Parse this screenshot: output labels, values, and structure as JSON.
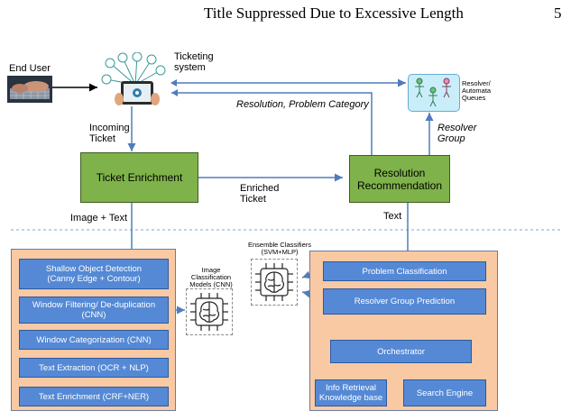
{
  "header": {
    "title": "Title Suppressed Due to Excessive Length",
    "page_number": "5"
  },
  "nodes": {
    "end_user": "End User",
    "ticketing_system": [
      "Ticketing",
      "system"
    ],
    "resolver_queues": [
      "Resolver/",
      "Automata",
      "Queues"
    ],
    "ticket_enrichment": "Ticket Enrichment",
    "resolution_recommendation": [
      "Resolution",
      "Recommendation"
    ]
  },
  "edge_labels": {
    "incoming_ticket": [
      "Incoming",
      "Ticket"
    ],
    "resolution_problem_category": "Resolution, Problem Category",
    "resolver_group": [
      "Resolver",
      "Group"
    ],
    "enriched_ticket": [
      "Enriched",
      "Ticket"
    ],
    "image_text": "Image + Text",
    "text": "Text"
  },
  "left_panel": {
    "items": [
      [
        "Shallow Object Detection",
        "(Canny Edge + Contour)"
      ],
      [
        "Window Filtering/ De-duplication",
        "(CNN)"
      ],
      [
        "Window Categorization (CNN)"
      ],
      [
        "Text Extraction (OCR + NLP)"
      ],
      [
        "Text Enrichment (CRF+NER)"
      ]
    ]
  },
  "middle": {
    "image_models": [
      "Image",
      "Classification",
      "Models (CNN)"
    ],
    "ensemble": [
      "Ensemble Classifiers",
      "(SVM+MLP)"
    ]
  },
  "right_panel": {
    "problem_classification": "Problem Classification",
    "resolver_group_prediction": "Resolver Group Prediction",
    "orchestrator": "Orchestrator",
    "info_retrieval": [
      "Info Retrieval",
      "Knowledge base"
    ],
    "search_engine": "Search Engine"
  },
  "icons": {
    "end_user": "typing-hands-icon",
    "ticketing": "tablet-network-icon",
    "queues": "people-queue-icon",
    "brain_chip": "brain-chip-icon"
  }
}
